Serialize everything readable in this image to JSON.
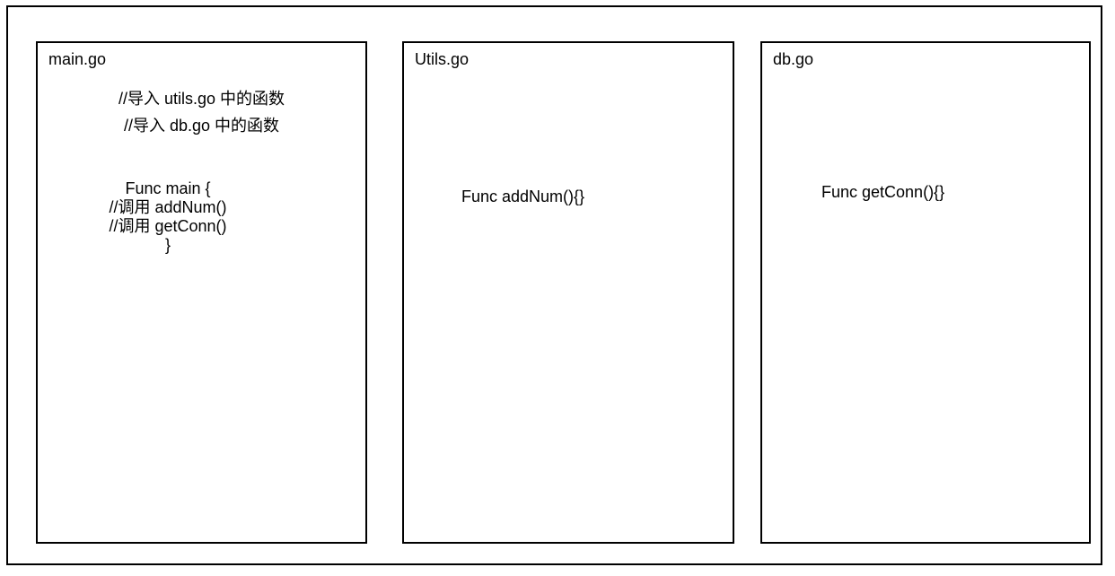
{
  "colors": {
    "background": "#ffffff",
    "border": "#000000",
    "text": "#000000"
  },
  "boxes": [
    {
      "title": "main.go",
      "comments": [
        "//导入 utils.go 中的函数",
        "//导入 db.go 中的函数"
      ],
      "code_lines": [
        "Func main {",
        "//调用 addNum()",
        "//调用 getConn()",
        "}"
      ]
    },
    {
      "title": "Utils.go",
      "body": "Func addNum(){}"
    },
    {
      "title": "db.go",
      "body": "Func getConn(){}"
    }
  ]
}
